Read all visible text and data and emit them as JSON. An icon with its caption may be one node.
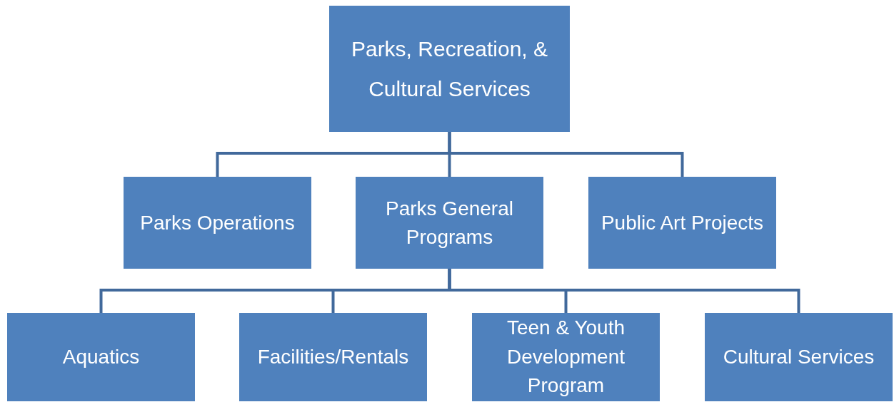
{
  "diagram": {
    "nodes": [
      {
        "text": [
          "Parks, Recreation, & Cultural Services"
        ]
      },
      {
        "text": [
          "Parks Operations"
        ]
      },
      {
        "text": [
          "Parks General Programs"
        ]
      },
      {
        "text": [
          "Public Art Projects"
        ]
      },
      {
        "text": [
          "Aquatics"
        ]
      },
      {
        "text": [
          "Facilities/Rentals"
        ]
      },
      {
        "text": [
          "Teen & Youth Development Program"
        ]
      },
      {
        "text": [
          "Cultural Services"
        ]
      }
    ],
    "edges": [
      {
        "from": 0,
        "to": 1,
        "arrow": "none"
      },
      {
        "from": 0,
        "to": 2,
        "arrow": "none"
      },
      {
        "from": 0,
        "to": 3,
        "arrow": "none"
      },
      {
        "from": 2,
        "to": 4,
        "arrow": "none"
      },
      {
        "from": 2,
        "to": 5,
        "arrow": "none"
      },
      {
        "from": 2,
        "to": 6,
        "arrow": "none"
      },
      {
        "from": 2,
        "to": 7,
        "arrow": "none"
      }
    ]
  }
}
